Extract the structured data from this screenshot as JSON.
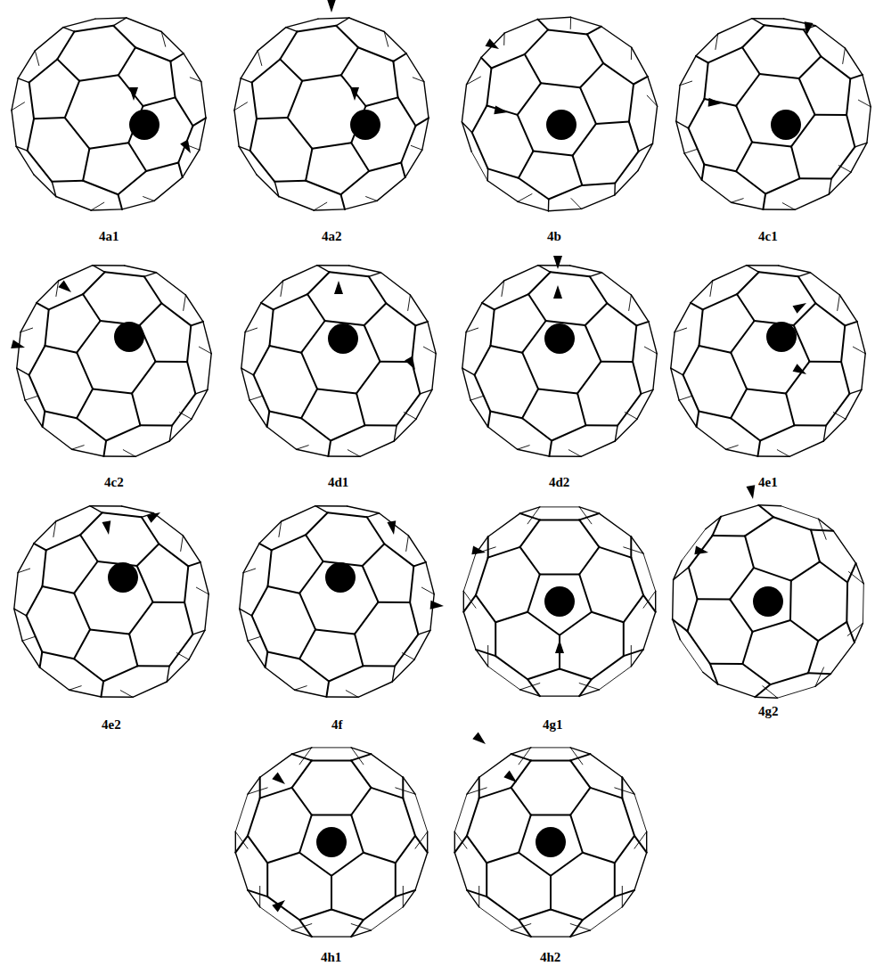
{
  "diagram": {
    "labels": [
      "4a1",
      "4a2",
      "4b",
      "4c1",
      "4c2",
      "4d1",
      "4d2",
      "4e1",
      "4e2",
      "4f",
      "4g1",
      "4g2",
      "4h1",
      "4h2"
    ]
  }
}
